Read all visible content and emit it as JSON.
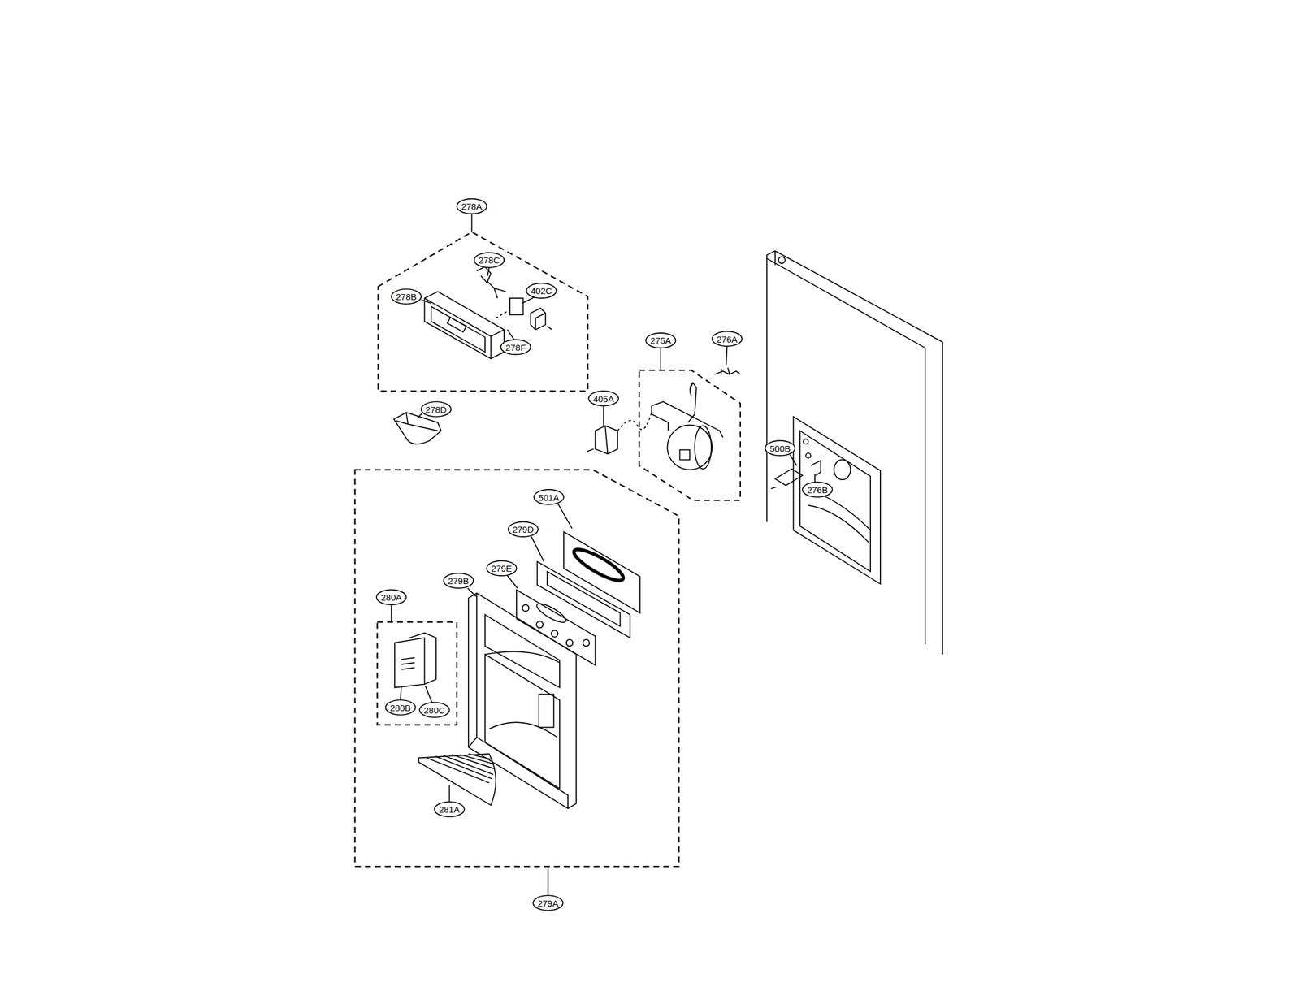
{
  "diagram": {
    "labels": [
      "278A",
      "278C",
      "278B",
      "402C",
      "278F",
      "278D",
      "275A",
      "276A",
      "405A",
      "501A",
      "279D",
      "279E",
      "279B",
      "280A",
      "280B",
      "280C",
      "281A",
      "279A",
      "500B",
      "276B"
    ]
  }
}
